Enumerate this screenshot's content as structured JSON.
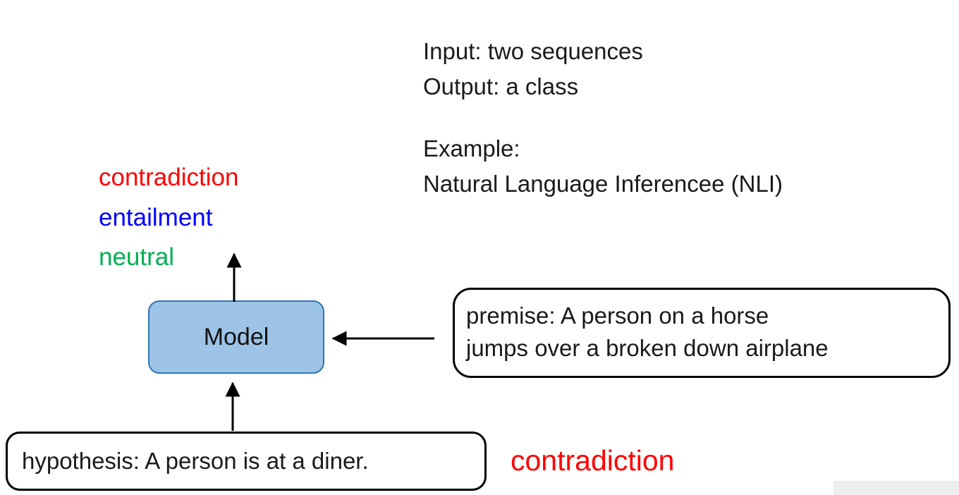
{
  "info": {
    "line1": "Input: two sequences",
    "line2": "Output: a class",
    "line3": "Example:",
    "line4": "Natural Language Inferencee (NLI)"
  },
  "classes": {
    "contradiction": {
      "label": "contradiction",
      "color": "#ff0000"
    },
    "entailment": {
      "label": "entailment",
      "color": "#0000ff"
    },
    "neutral": {
      "label": "neutral",
      "color": "#00b050"
    }
  },
  "model": {
    "label": "Model",
    "fill": "#9dc3e6",
    "border": "#2e75b6"
  },
  "premise_box": {
    "line1": "premise: A person on a horse",
    "line2": "jumps over a broken down airplane"
  },
  "hypothesis_box": {
    "text": "hypothesis: A person is at a diner."
  },
  "result": {
    "text": "contradiction",
    "color": "#ff0000"
  }
}
